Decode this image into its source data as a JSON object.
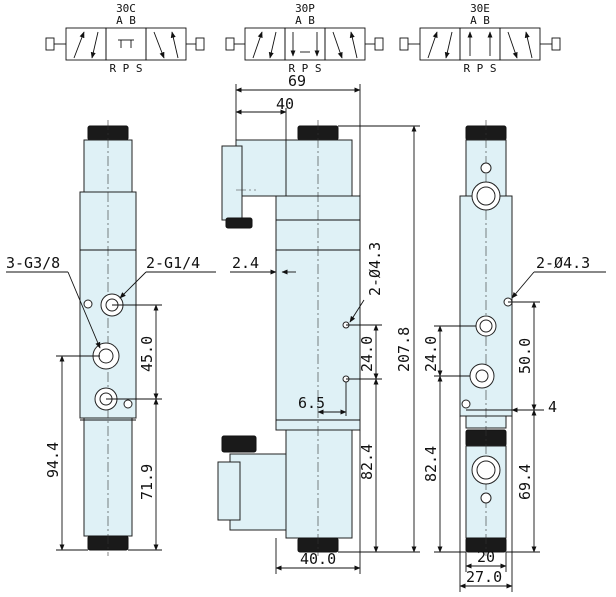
{
  "symbols": [
    {
      "title": "30C",
      "top": "A B",
      "bottom": "R P S"
    },
    {
      "title": "30P",
      "top": "A B",
      "bottom": "R P S"
    },
    {
      "title": "30E",
      "top": "A B",
      "bottom": "R P S"
    }
  ],
  "front_view": {
    "port_label_left": "3-G3/8",
    "port_label_right": "2-G1/4",
    "dim_vertical_1": "45.0",
    "dim_vertical_2": "94.4",
    "dim_vertical_3": "71.9"
  },
  "side_view": {
    "dim_width_total": "69",
    "dim_width_inner": "40",
    "dim_height_total": "207.8",
    "dim_small": "2.4",
    "dim_holes": "2-Ø4.3",
    "dim_hole_pitch": "24.0",
    "dim_offset": "6.5",
    "dim_bottom_height": "82.4",
    "dim_base_width": "40.0"
  },
  "rear_view": {
    "dim_holes": "2-Ø4.3",
    "dim_24": "24.0",
    "dim_50": "50.0",
    "dim_4": "4",
    "dim_82": "82.4",
    "dim_69": "69.4",
    "dim_20": "20",
    "dim_27": "27.0"
  },
  "colors": {
    "body_fill": "#dff1f6",
    "line": "#111111"
  }
}
